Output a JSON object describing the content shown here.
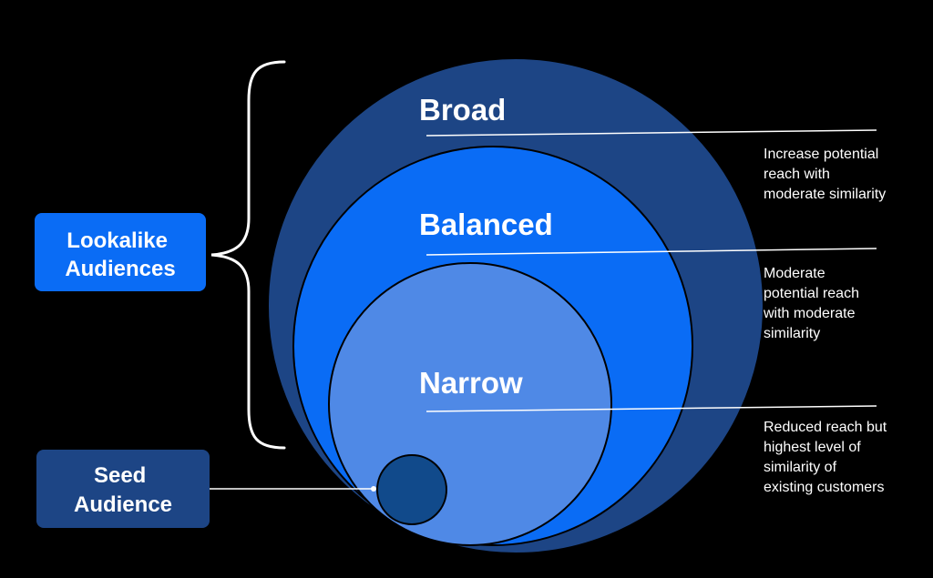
{
  "colors": {
    "background": "#000000",
    "broad": "#1d4585",
    "balanced": "#0a6cf5",
    "narrow": "#4f89e6",
    "seed": "#114a8b",
    "lookalike_box": "#0a6cf5",
    "seed_box": "#1d4585",
    "line": "#ffffff"
  },
  "lookalike": {
    "line1": "Lookalike",
    "line2": "Audiences"
  },
  "seed": {
    "line1": "Seed",
    "line2": "Audience"
  },
  "rings": [
    {
      "label": "Broad",
      "desc": [
        "Increase potential",
        "reach with",
        "moderate similarity"
      ]
    },
    {
      "label": "Balanced",
      "desc": [
        "Moderate",
        "potential reach",
        "with moderate",
        "similarity"
      ]
    },
    {
      "label": "Narrow",
      "desc": [
        "Reduced reach but",
        "highest level of",
        "similarity of",
        "existing customers"
      ]
    }
  ]
}
